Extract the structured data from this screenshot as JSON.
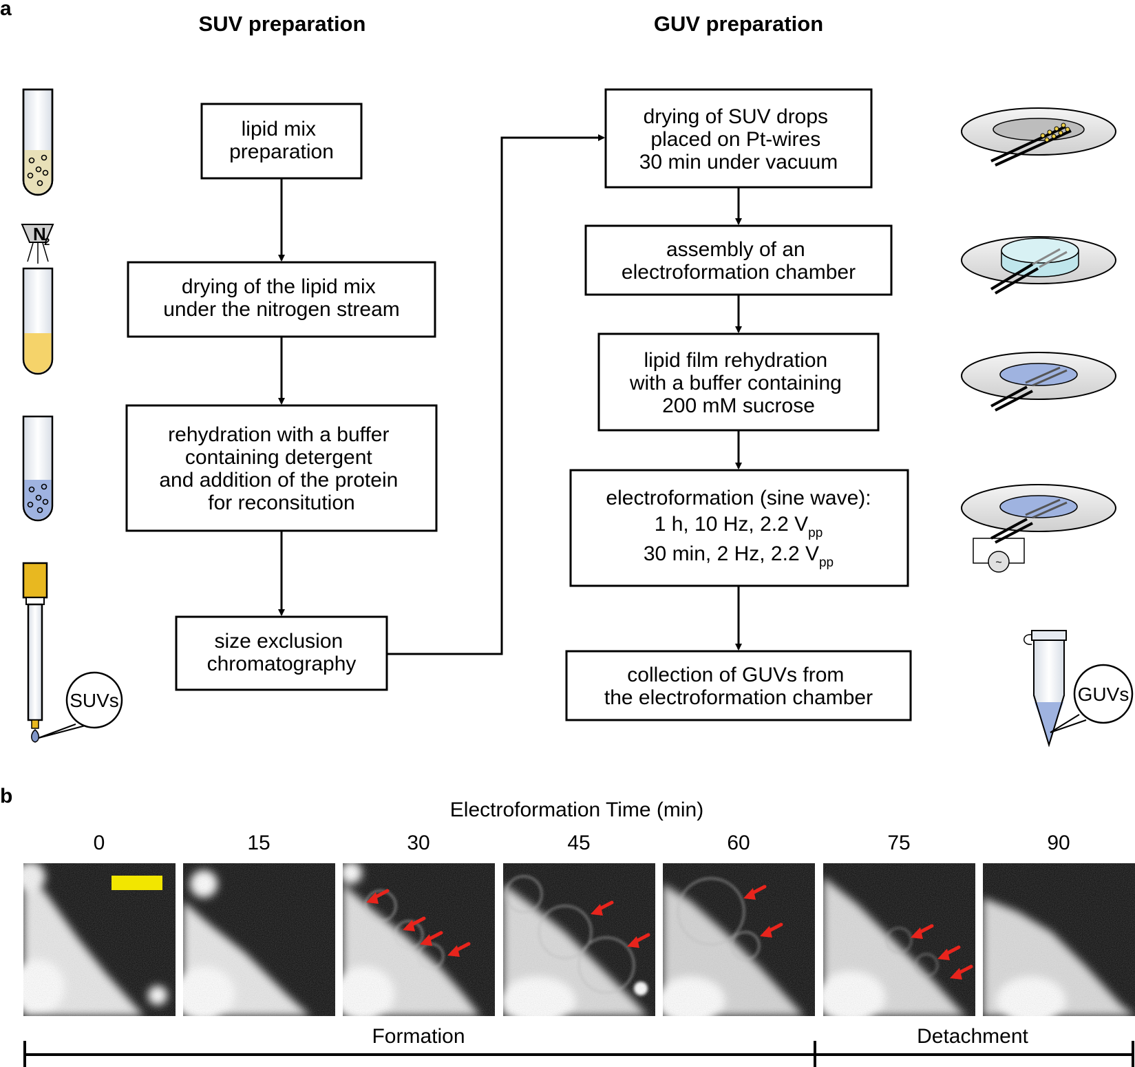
{
  "panel_a": {
    "letter": "a",
    "suv_title": "SUV preparation",
    "guv_title": "GUV preparation",
    "suv_steps": [
      {
        "lines": [
          "lipid mix",
          "preparation"
        ]
      },
      {
        "lines": [
          "drying of the lipid mix",
          "under the nitrogen stream"
        ]
      },
      {
        "lines": [
          "rehydration with a buffer",
          "containing detergent",
          "and addition of the protein",
          "for reconsitution"
        ]
      },
      {
        "lines": [
          "size exclusion",
          "chromatography"
        ]
      }
    ],
    "guv_steps": [
      {
        "lines": [
          "drying of SUV drops",
          "placed on Pt-wires",
          "30 min under vacuum"
        ]
      },
      {
        "lines": [
          "assembly of an",
          "electroformation chamber"
        ]
      },
      {
        "lines": [
          "lipid film rehydration",
          "with a buffer containing",
          "200 mM sucrose"
        ]
      },
      {
        "lines": [
          "electroformation (sine wave):"
        ],
        "params": [
          {
            "main": "1 h, 10 Hz, 2.2 V",
            "sub": "pp"
          },
          {
            "main": "30 min, 2 Hz, 2.2 V",
            "sub": "pp"
          }
        ]
      },
      {
        "lines": [
          "collection of GUVs from",
          "the electroformation chamber"
        ]
      }
    ],
    "icons": {
      "nitrogen_label": "N",
      "nitrogen_sub": "2",
      "suvs_label": "SUVs",
      "guvs_label": "GUVs",
      "generator_symbol": "~"
    },
    "colors": {
      "lipid_tube": "#e8e0b8",
      "dried_lipid": "#f5d36a",
      "buffer_blue": "#9fb3e0",
      "column_cap": "#e8b820",
      "chamber_cyan": "#bfe6ec"
    }
  },
  "panel_b": {
    "letter": "b",
    "axis_title": "Electroformation Time (min)",
    "times": [
      "0",
      "15",
      "30",
      "45",
      "60",
      "75",
      "90"
    ],
    "phases": [
      {
        "label": "Formation"
      },
      {
        "label": "Detachment"
      }
    ],
    "colors": {
      "arrow": "#e8241c",
      "scale_bar": "#f2e600"
    }
  }
}
